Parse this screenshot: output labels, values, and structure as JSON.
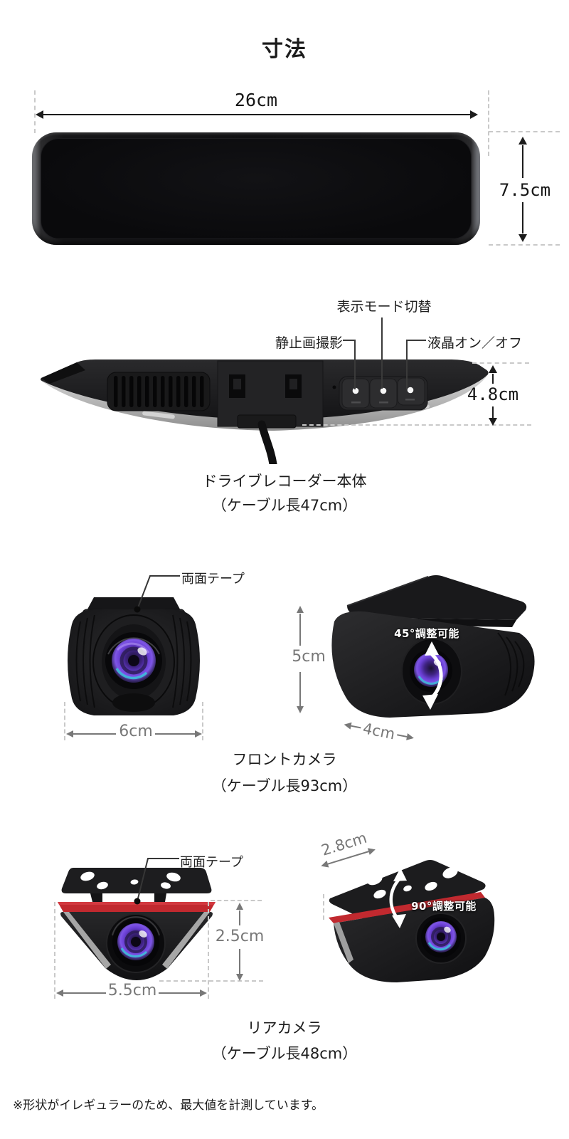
{
  "title": "寸法",
  "main_unit": {
    "width": "26cm",
    "height": "7.5cm",
    "thickness": "4.8cm",
    "labels": {
      "display_mode": "表示モード切替",
      "still_capture": "静止画撮影",
      "lcd_toggle": "液晶オン／オフ"
    },
    "caption": "ドライブレコーダー本体",
    "cable_note": "（ケーブル長47cm）"
  },
  "front_camera": {
    "tape": "両面テープ",
    "width": "6cm",
    "height": "5cm",
    "depth": "4cm",
    "adjust": "45°調整可能",
    "caption": "フロントカメラ",
    "cable_note": "（ケーブル長93cm）"
  },
  "rear_camera": {
    "tape": "両面テープ",
    "height": "2.5cm",
    "width": "5.5cm",
    "depth": "2.8cm",
    "adjust": "90°調整可能",
    "caption": "リアカメラ",
    "cable_note": "（ケーブル長48cm）"
  },
  "footnote": "※形状がイレギュラーのため、最大値を計測しています。",
  "colors": {
    "dimension_black": "#1c1c1c",
    "dimension_gray": "#787878",
    "dashed_guide": "#c9c9c9",
    "tape_red": "#c1292f",
    "lens_purple": "#6a3fd4",
    "body_black": "#151517"
  }
}
